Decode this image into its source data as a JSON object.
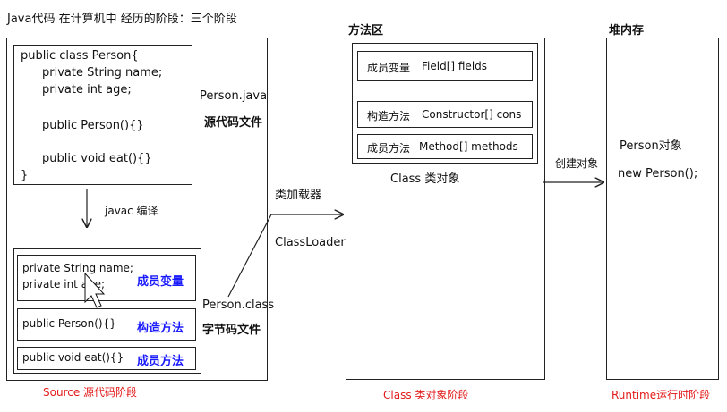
{
  "title": "Java代码 在计算机中 经历的阶段：三个阶段",
  "source": {
    "code_lines": [
      "public class Person{",
      "private String name;",
      "private int age;",
      "public Person(){}",
      "public void eat(){}",
      "}"
    ],
    "file_name": "Person.java",
    "file_type": "源代码文件",
    "compile_label": "javac 编译",
    "bytecode": {
      "fields_code": [
        "private String name;",
        "private int age;"
      ],
      "fields_label": "成员变量",
      "ctor_code": "public Person(){}",
      "ctor_label": "构造方法",
      "method_code": "public void eat(){}",
      "method_label": "成员方法"
    },
    "class_file_name": "Person.class",
    "class_file_type": "字节码文件",
    "stage_label": "Source 源代码阶段"
  },
  "loader": {
    "label_cn": "类加载器",
    "label_en": "ClassLoader"
  },
  "method_area": {
    "heading": "方法区",
    "fields": {
      "label": "成员变量",
      "value": "Field[] fields"
    },
    "constructors": {
      "label": "构造方法",
      "value": "Constructor[] cons"
    },
    "methods": {
      "label": "成员方法",
      "value": "Method[] methods"
    },
    "class_object_label": "Class 类对象",
    "stage_label": "Class 类对象阶段"
  },
  "create_label": "创建对象",
  "heap": {
    "heading": "堆内存",
    "object_label": "Person对象",
    "new_expr": "new Person();",
    "stage_label": "Runtime运行时阶段"
  },
  "colors": {
    "accent_blue": "#1a1aff",
    "stage_red": "#e31b1b",
    "line": "#222222"
  }
}
